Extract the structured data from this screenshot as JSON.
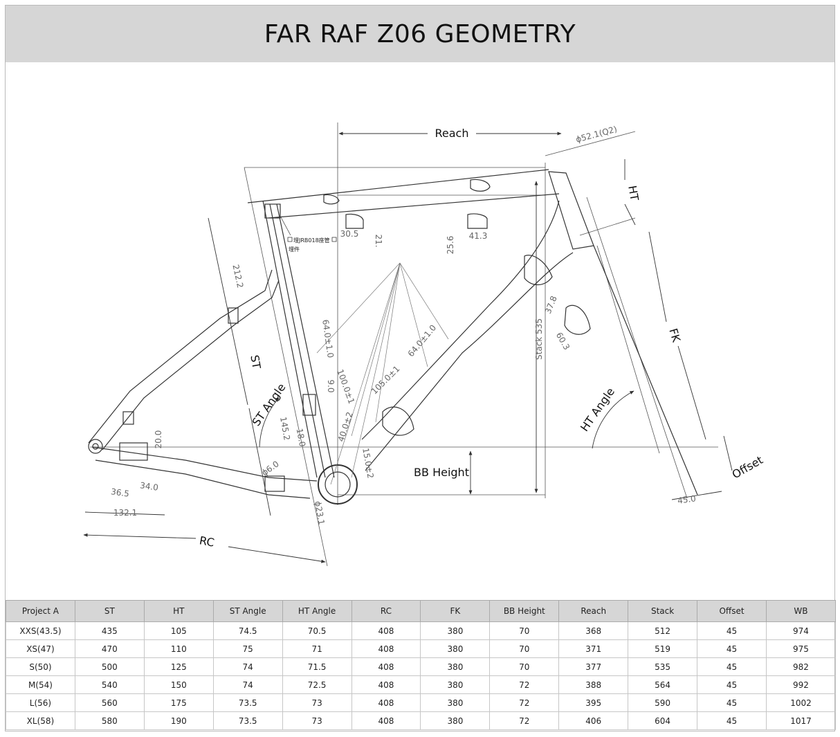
{
  "title": "FAR RAF Z06 GEOMETRY",
  "diagram": {
    "labels": {
      "reach": "Reach",
      "ht": "HT",
      "fk": "FK",
      "st": "ST",
      "st_angle": "ST Angle",
      "ht_angle": "HT Angle",
      "bb_height": "BB Height",
      "offset": "Offset",
      "rc": "RC",
      "stack": "Stack 535"
    },
    "dims": {
      "d52": "ϕ52.1(Q2)",
      "d30": "30.5",
      "d21": "21.",
      "d41": "41.3",
      "d25": "25.6",
      "d212": "212.2",
      "d37": "37.8",
      "d60": "60.3",
      "d64": "64.0±1.0",
      "d100": "100.0±1",
      "d105": "105.0±1",
      "d64b": "64.0±1.0",
      "d9": "9.0",
      "d40": "40.0±2",
      "d145": "145.2",
      "d18": "18.0",
      "d15": "15.0±2",
      "d6": "ϕ6.0",
      "d23": "ϕ23.1",
      "d20": "20.0",
      "d34": "34.0",
      "d36": "36.5",
      "d132": "132.1",
      "d45": "45.0"
    },
    "note_line1": "埋JRB018座管",
    "note_line2": "埋件"
  },
  "table": {
    "headers": [
      "Project A",
      "ST",
      "HT",
      "ST Angle",
      "HT Angle",
      "RC",
      "FK",
      "BB Height",
      "Reach",
      "Stack",
      "Offset",
      "WB"
    ],
    "rows": [
      [
        "XXS(43.5)",
        "435",
        "105",
        "74.5",
        "70.5",
        "408",
        "380",
        "70",
        "368",
        "512",
        "45",
        "974"
      ],
      [
        "XS(47)",
        "470",
        "110",
        "75",
        "71",
        "408",
        "380",
        "70",
        "371",
        "519",
        "45",
        "975"
      ],
      [
        "S(50)",
        "500",
        "125",
        "74",
        "71.5",
        "408",
        "380",
        "70",
        "377",
        "535",
        "45",
        "982"
      ],
      [
        "M(54)",
        "540",
        "150",
        "74",
        "72.5",
        "408",
        "380",
        "72",
        "388",
        "564",
        "45",
        "992"
      ],
      [
        "L(56)",
        "560",
        "175",
        "73.5",
        "73",
        "408",
        "380",
        "72",
        "395",
        "590",
        "45",
        "1002"
      ],
      [
        "XL(58)",
        "580",
        "190",
        "73.5",
        "73",
        "408",
        "380",
        "72",
        "406",
        "604",
        "45",
        "1017"
      ]
    ]
  }
}
